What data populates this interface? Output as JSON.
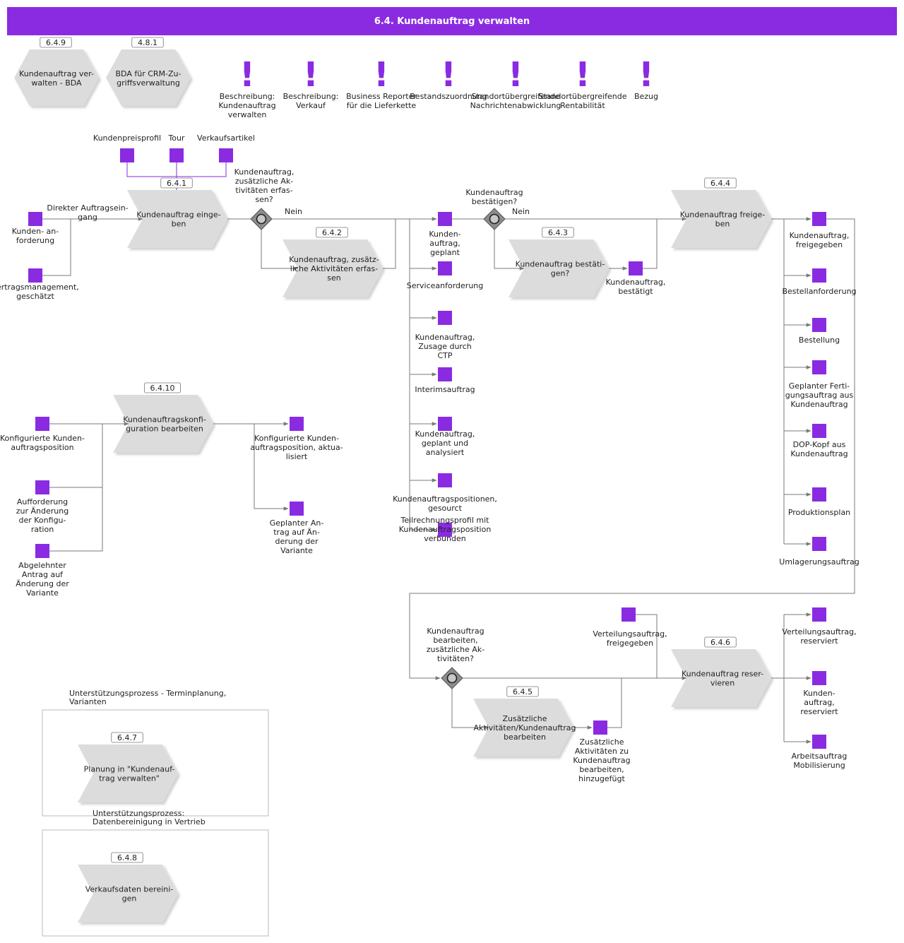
{
  "title": "6.4. Kundenauftrag verwalten",
  "colors": {
    "accent": "#8a2be2",
    "process": "#dcdcdc",
    "line": "#7a7a7a"
  },
  "top_processes": [
    {
      "id": "6.4.9",
      "label": [
        "Kundenauftrag ver-",
        "walten - BDA"
      ]
    },
    {
      "id": "4.8.1",
      "label": [
        "BDA für CRM-Zu-",
        "griffsverwaltung"
      ]
    }
  ],
  "infos": [
    {
      "label": [
        "Beschreibung:",
        "Kundenauftrag",
        "verwalten"
      ]
    },
    {
      "label": [
        "Beschreibung:",
        "Verkauf"
      ]
    },
    {
      "label": [
        "Business Reporter",
        "für die Lieferkette"
      ]
    },
    {
      "label": [
        "Bestandszuordnung"
      ]
    },
    {
      "label": [
        "Standortübergreifende",
        "Nachrichtenabwicklung"
      ]
    },
    {
      "label": [
        "Standortübergreifende",
        "Rentabilität"
      ]
    },
    {
      "label": [
        "Bezug"
      ]
    }
  ],
  "processes": [
    {
      "id": "6.4.1",
      "label": [
        "Kundenauftrag einge-",
        "ben"
      ]
    },
    {
      "id": "6.4.2",
      "label": [
        "Kundenauftrag, zusätz-",
        "liche Aktivitäten erfas-",
        "sen"
      ]
    },
    {
      "id": "6.4.3",
      "label": [
        "Kundenauftrag bestäti-",
        "gen?"
      ]
    },
    {
      "id": "6.4.4",
      "label": [
        "Kundenauftrag freige-",
        "ben"
      ]
    },
    {
      "id": "6.4.10",
      "label": [
        "Kundenauftragskonfi-",
        "guration bearbeiten"
      ]
    },
    {
      "id": "6.4.5",
      "label": [
        "Zusätzliche",
        "Aktivitäten/Kundenauftrag",
        "bearbeiten"
      ]
    },
    {
      "id": "6.4.6",
      "label": [
        "Kundenauftrag reser-",
        "vieren"
      ]
    },
    {
      "id": "6.4.7",
      "label": [
        "Planung in \"Kundenauf-",
        "trag verwalten\""
      ]
    },
    {
      "id": "6.4.8",
      "label": [
        "Verkaufsdaten bereini-",
        "gen"
      ]
    }
  ],
  "gateways": [
    {
      "question": [
        "Kundenauftrag,",
        "zusätzliche Ak-",
        "tivitäten erfas-",
        "sen?"
      ],
      "no_label": "Nein"
    },
    {
      "question": [
        "Kundenauftrag",
        "bestätigen?"
      ],
      "no_label": "Nein"
    },
    {
      "question": [
        "Kundenauftrag",
        "bearbeiten,",
        "zusätzliche Ak-",
        "tivitäten?"
      ]
    }
  ],
  "connector_labels": {
    "direct_order": [
      "Direkter Auftragsein-",
      "gang"
    ]
  },
  "objects": {
    "top_inputs": [
      {
        "label": [
          "Kundenpreisprofil"
        ]
      },
      {
        "label": [
          "Tour"
        ]
      },
      {
        "label": [
          "Verkaufsartikel"
        ]
      }
    ],
    "inputs_641": [
      {
        "label": [
          "Kunden- an-",
          "forderung"
        ]
      },
      {
        "label": [
          "Vertragsmanagement,",
          "geschätzt"
        ]
      }
    ],
    "output_643": [
      {
        "label": [
          "Kundenauftrag,",
          "bestätigt"
        ]
      }
    ],
    "middle_outputs": [
      {
        "label": [
          "Kunden-",
          "auftrag,",
          "geplant"
        ]
      },
      {
        "label": [
          "Serviceanforderung"
        ]
      },
      {
        "label": [
          "Kundenauftrag,",
          "Zusage durch",
          "CTP"
        ]
      },
      {
        "label": [
          "Interimsauftrag"
        ]
      },
      {
        "label": [
          "Kundenauftrag,",
          "geplant und",
          "analysiert"
        ]
      },
      {
        "label": [
          "Kundenauftragspositionen,",
          "gesourct"
        ]
      },
      {
        "label": [
          "Teilrechnungsprofil mit",
          "Kundenauftragsposition",
          "verbunden"
        ]
      }
    ],
    "outputs_644": [
      {
        "label": [
          "Kundenauftrag,",
          "freigegeben"
        ]
      },
      {
        "label": [
          "Bestellanforderung"
        ]
      },
      {
        "label": [
          "Bestellung"
        ]
      },
      {
        "label": [
          "Geplanter Ferti-",
          "gungsauftrag aus",
          "Kundenauftrag"
        ]
      },
      {
        "label": [
          "DOP-Kopf aus",
          "Kundenauftrag"
        ]
      },
      {
        "label": [
          "Produktionsplan"
        ]
      },
      {
        "label": [
          "Umlagerungsauftrag"
        ]
      }
    ],
    "inputs_6410": [
      {
        "label": [
          "Konfigurierte Kunden-",
          "auftragsposition"
        ]
      },
      {
        "label": [
          "Aufforderung",
          "zur Änderung",
          "der Konfigu-",
          "ration"
        ]
      },
      {
        "label": [
          "Abgelehnter",
          "Antrag auf",
          "Änderung der",
          "Variante"
        ]
      }
    ],
    "outputs_6410": [
      {
        "label": [
          "Konfigurierte Kunden-",
          "auftragsposition, aktua-",
          "lisiert"
        ]
      },
      {
        "label": [
          "Geplanter An-",
          "trag auf Än-",
          "derung der",
          "Variante"
        ]
      }
    ],
    "input_646": [
      {
        "label": [
          "Verteilungsauftrag,",
          "freigegeben"
        ]
      }
    ],
    "output_645": [
      {
        "label": [
          "Zusätzliche",
          "Aktivitäten zu",
          "Kundenauftrag",
          "bearbeiten,",
          "hinzugefügt"
        ]
      }
    ],
    "outputs_646": [
      {
        "label": [
          "Verteilungsauftrag,",
          "reserviert"
        ]
      },
      {
        "label": [
          "Kunden-",
          "auftrag,",
          "reserviert"
        ]
      },
      {
        "label": [
          "Arbeitsauftrag",
          "Mobilisierung"
        ]
      }
    ]
  },
  "groups": [
    {
      "label": [
        "Unterstützungsprozess - Terminplanung,",
        "Varianten"
      ]
    },
    {
      "label": [
        "Unterstützungsprozess:",
        "Datenbereinigung in Vertrieb"
      ]
    }
  ]
}
